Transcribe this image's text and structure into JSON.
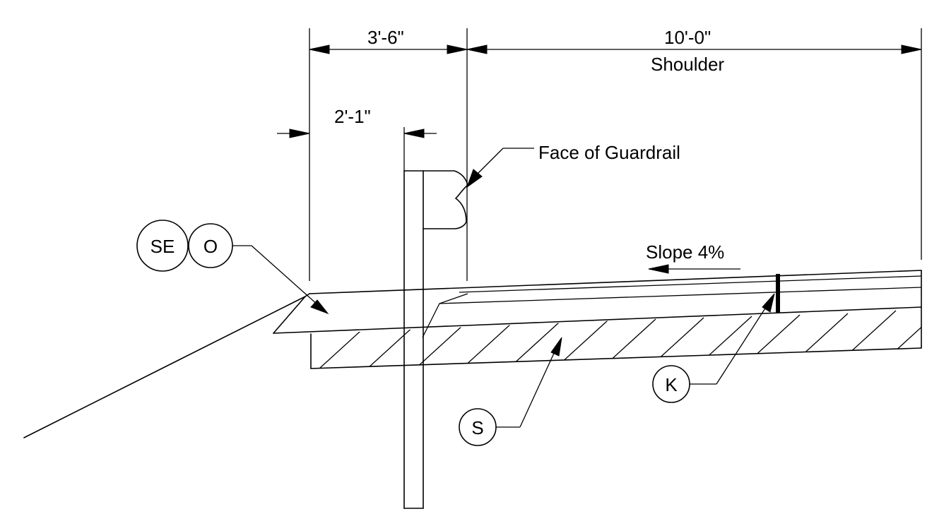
{
  "dimensions": {
    "top_left": "3'-6\"",
    "top_right": "10'-0\"",
    "top_right_sub": "Shoulder",
    "offset": "2'-1\""
  },
  "callouts": {
    "face_of_guardrail": "Face of Guardrail",
    "slope": "Slope 4%"
  },
  "tags": {
    "se": "SE",
    "o": "O",
    "k": "K",
    "s": "S"
  }
}
